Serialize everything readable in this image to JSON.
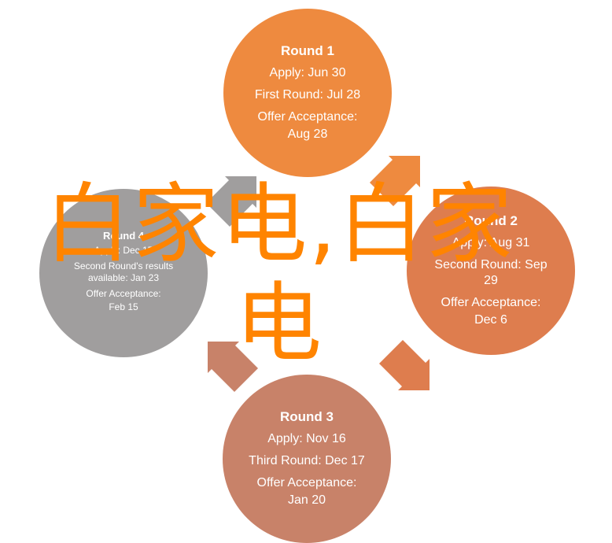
{
  "rounds": [
    {
      "title": "Round 1",
      "lines": [
        "Apply: Jun 30",
        "First Round: Jul 28",
        "Offer Acceptance:",
        "Aug 28"
      ],
      "color": "#ee8a3f"
    },
    {
      "title": "Round 2",
      "lines": [
        "Apply: Aug 31",
        "Second Round: Sep 29",
        "Offer Acceptance:",
        "Dec 6"
      ],
      "color": "#de7d4e"
    },
    {
      "title": "Round 3",
      "lines": [
        "Apply: Nov 16",
        "Third Round: Dec 17",
        "Offer Acceptance:",
        "Jan 20"
      ],
      "color": "#c88269"
    },
    {
      "title": "Round 4",
      "lines": [
        "Apply: Dec 15",
        "Second Round's results available: Jan 23",
        "Offer Acceptance:",
        "Feb 15"
      ],
      "color": "#a09e9e"
    }
  ],
  "arrow_colors": {
    "orange": "#ee8a3f",
    "grey": "#a09e9e",
    "rose": "#c88269",
    "coral": "#de7d4e"
  },
  "watermark": {
    "text": "白家电,白家电",
    "color": "#ff8400"
  }
}
